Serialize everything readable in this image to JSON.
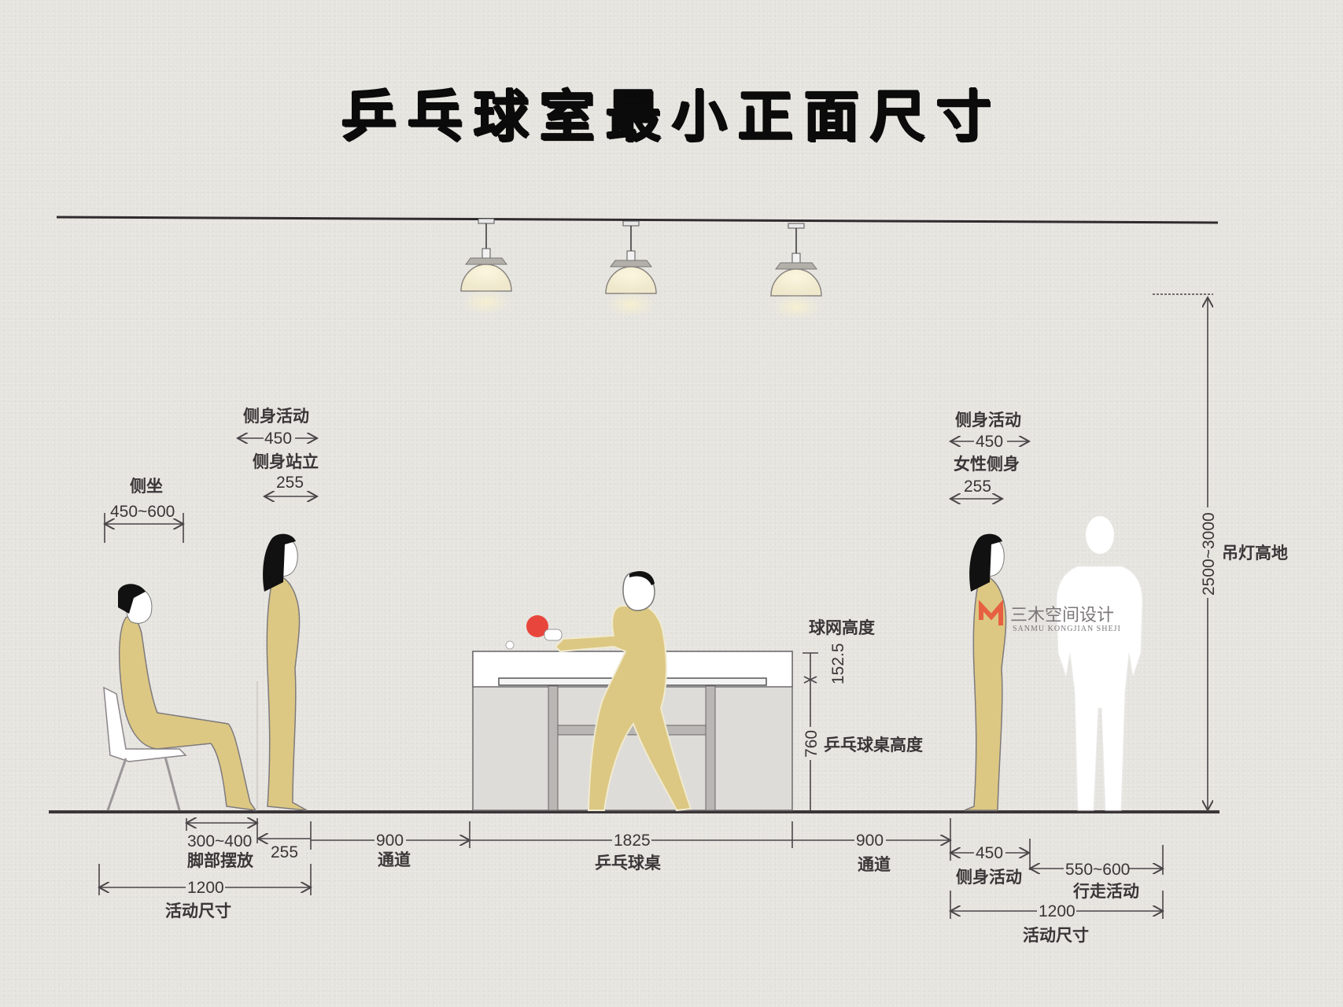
{
  "title": "乒乓球室最小正面尺寸",
  "watermark": {
    "brand_cn": "三木空间设计",
    "brand_en": "SANMU KONGJIAN SHEJI",
    "logo_color": "#e8553a"
  },
  "colors": {
    "figure_fill": "#dcc883",
    "figure_outline": "#8a8488",
    "paddle": "#e8463c",
    "lamp_glow": "#f4efd8",
    "line": "#3a3638",
    "background": "#e6e4df"
  },
  "lamps": {
    "count": 3,
    "label": "吊灯高地",
    "height_range": "2500~3000"
  },
  "left_group": {
    "side_active": {
      "label": "侧身活动",
      "value": "450"
    },
    "side_standing": {
      "label": "侧身站立",
      "value": "255"
    },
    "side_sitting": {
      "label": "侧坐",
      "value": "450~600"
    }
  },
  "right_group": {
    "side_active": {
      "label": "侧身活动",
      "value": "450"
    },
    "female_side": {
      "label": "女性侧身",
      "value": "255"
    }
  },
  "table": {
    "net_height": {
      "label": "球网高度",
      "value": "152.5"
    },
    "table_height": {
      "label": "乒乓球桌高度",
      "value": "760"
    }
  },
  "bottom_dimensions": {
    "feet": {
      "value": "300~400",
      "label": "脚部摆放"
    },
    "standing": {
      "value": "255"
    },
    "aisle_left": {
      "value": "900",
      "label": "通道"
    },
    "table_length": {
      "value": "1825",
      "label": "乒乓球桌"
    },
    "aisle_right": {
      "value": "900",
      "label": "通道"
    },
    "right_side_active": {
      "value": "450",
      "label": "侧身活动"
    },
    "walking": {
      "value": "550~600",
      "label": "行走活动"
    },
    "left_total": {
      "value": "1200",
      "label": "活动尺寸"
    },
    "right_total": {
      "value": "1200",
      "label": "活动尺寸"
    }
  }
}
